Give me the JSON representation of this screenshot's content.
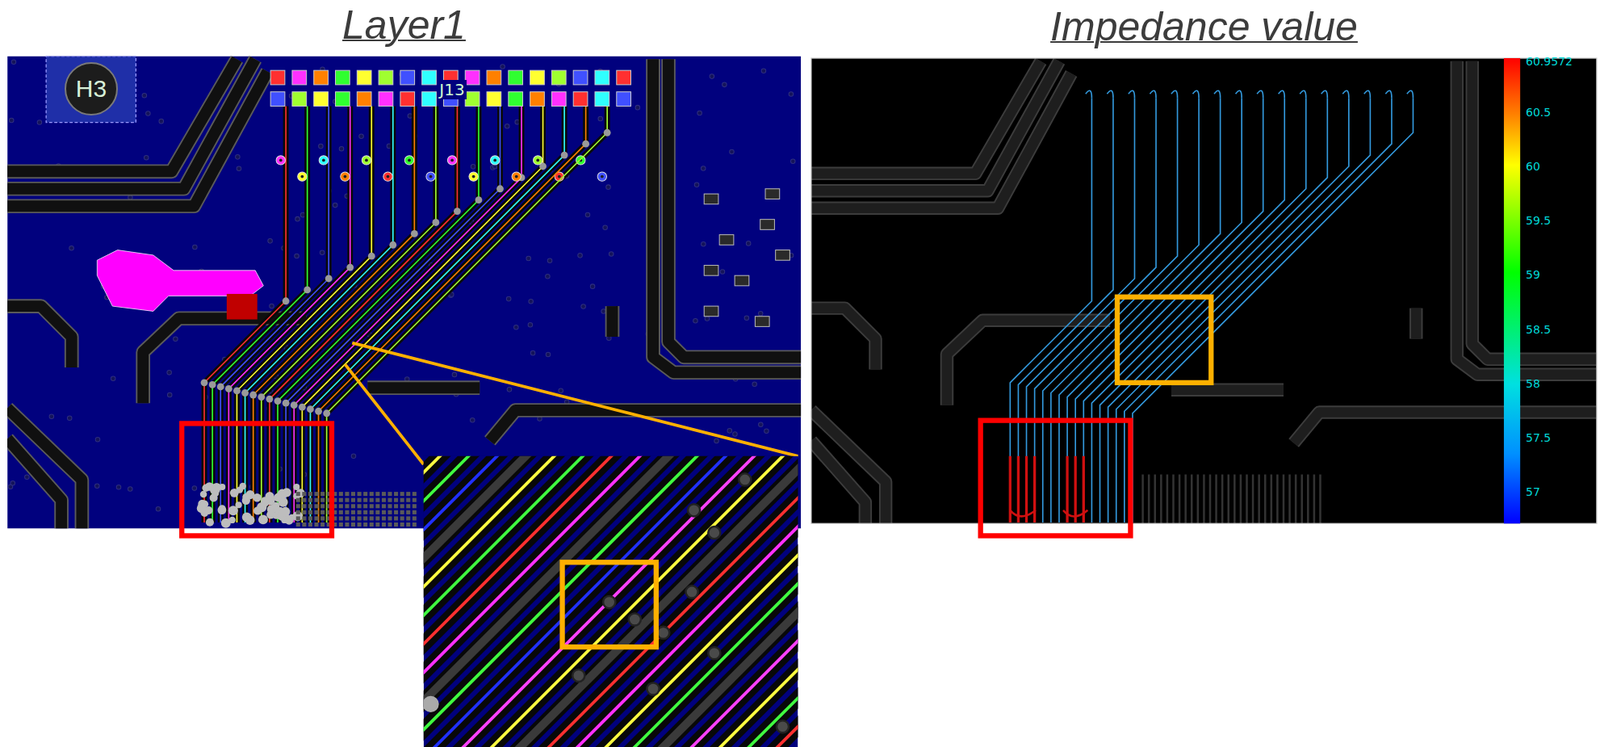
{
  "diagram": {
    "nodes": [
      {
        "text": [
          "Layer1"
        ]
      },
      {
        "text": [
          "H3"
        ],
        "in": 0
      },
      {
        "text": [
          "Impedance value"
        ]
      }
    ],
    "labels": [
      "J13",
      "60.9572",
      "60.5",
      "60",
      "59.5",
      "59",
      "58.5",
      "58",
      "57.5",
      "57"
    ]
  }
}
